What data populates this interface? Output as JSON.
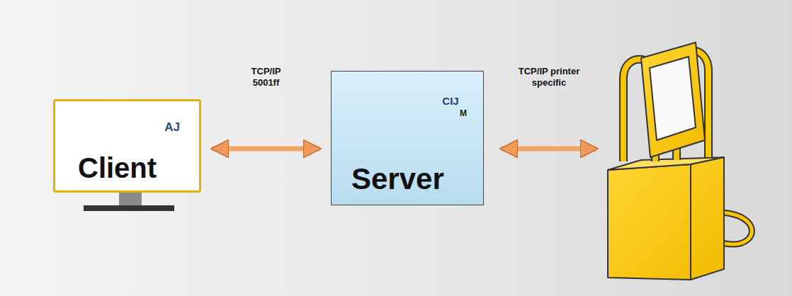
{
  "diagram": {
    "nodes": [
      {
        "text": [
          "Client"
        ]
      },
      {
        "text": [
          "Server"
        ]
      }
    ],
    "edges": [
      {
        "from": 0,
        "to": 1,
        "label": "TCP/IP 5001ff",
        "arrow": "both"
      }
    ],
    "labels": [
      "TCP/IP printer specific",
      "AJ",
      "CIJ",
      "M"
    ]
  }
}
